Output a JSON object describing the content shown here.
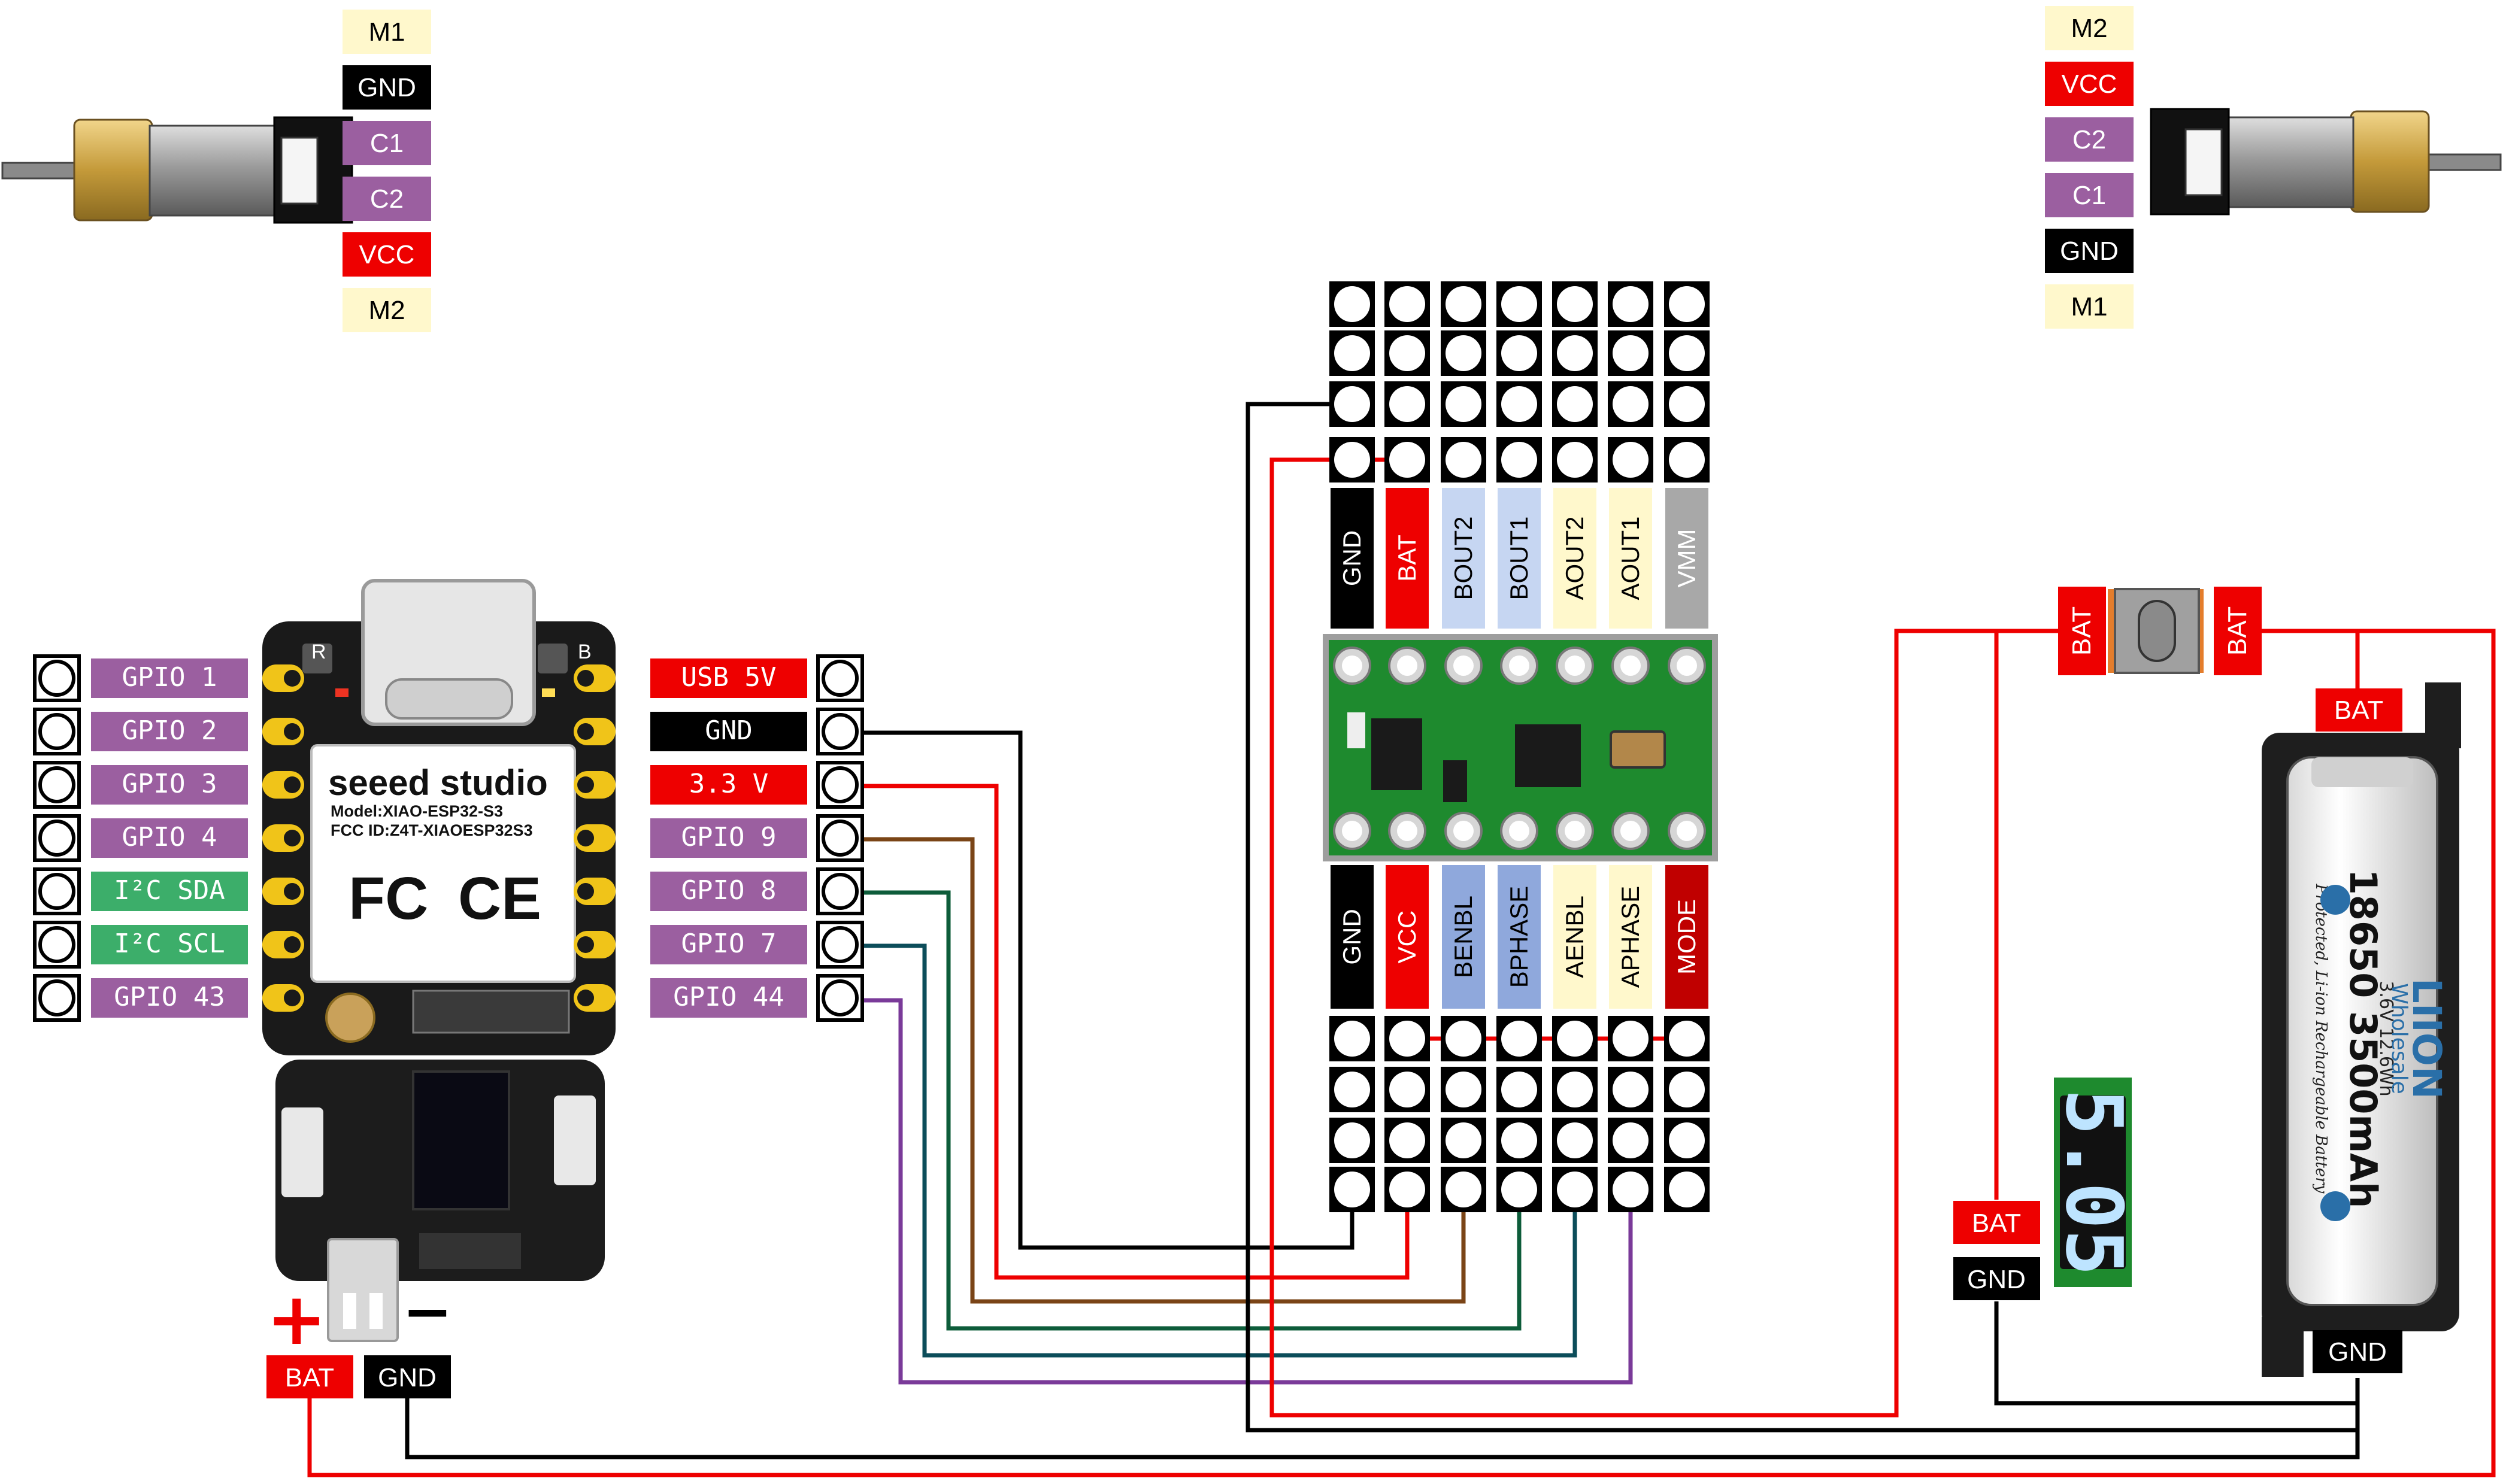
{
  "motor_left": {
    "pins": [
      {
        "label": "M1",
        "color": "#fff8cc",
        "text": "#000000"
      },
      {
        "label": "GND",
        "color": "#000000",
        "text": "#ffffff"
      },
      {
        "label": "C1",
        "color": "#9b5fa0",
        "text": "#ffffff"
      },
      {
        "label": "C2",
        "color": "#9b5fa0",
        "text": "#ffffff"
      },
      {
        "label": "VCC",
        "color": "#ee0000",
        "text": "#ffffff"
      },
      {
        "label": "M2",
        "color": "#fff8cc",
        "text": "#000000"
      }
    ]
  },
  "motor_right": {
    "pins": [
      {
        "label": "M2",
        "color": "#fff8cc",
        "text": "#000000"
      },
      {
        "label": "VCC",
        "color": "#ee0000",
        "text": "#ffffff"
      },
      {
        "label": "C2",
        "color": "#9b5fa0",
        "text": "#ffffff"
      },
      {
        "label": "C1",
        "color": "#9b5fa0",
        "text": "#ffffff"
      },
      {
        "label": "GND",
        "color": "#000000",
        "text": "#ffffff"
      },
      {
        "label": "M1",
        "color": "#fff8cc",
        "text": "#000000"
      }
    ]
  },
  "xiao": {
    "brand": "seeed studio",
    "model": "Model:XIAO-ESP32-S3",
    "fcc_id": "FCC ID:Z4T-XIAOESP32S3",
    "fc_mark": "FC",
    "ce_mark": "CE",
    "r_mark": "R",
    "b_mark": "B",
    "left_pins": [
      {
        "label": "GPIO 1",
        "color": "#9b5fa0"
      },
      {
        "label": "GPIO 2",
        "color": "#9b5fa0"
      },
      {
        "label": "GPIO 3",
        "color": "#9b5fa0"
      },
      {
        "label": "GPIO 4",
        "color": "#9b5fa0"
      },
      {
        "label": "I²C SDA",
        "color": "#3cae6a"
      },
      {
        "label": "I²C SCL",
        "color": "#3cae6a"
      },
      {
        "label": "GPIO 43",
        "color": "#9b5fa0"
      }
    ],
    "right_pins": [
      {
        "label": "USB 5V",
        "color": "#ee0000"
      },
      {
        "label": "GND",
        "color": "#000000"
      },
      {
        "label": "3.3 V",
        "color": "#ee0000"
      },
      {
        "label": "GPIO 9",
        "color": "#9b5fa0"
      },
      {
        "label": "GPIO 8",
        "color": "#9b5fa0"
      },
      {
        "label": "GPIO 7",
        "color": "#9b5fa0"
      },
      {
        "label": "GPIO 44",
        "color": "#9b5fa0"
      }
    ]
  },
  "expansion": {
    "plus": "+",
    "minus": "−",
    "bat_label": "BAT",
    "gnd_label": "GND"
  },
  "driver": {
    "top_labels": [
      {
        "label": "GND",
        "color": "#000000",
        "text": "#ffffff"
      },
      {
        "label": "BAT",
        "color": "#ee0000",
        "text": "#ffffff"
      },
      {
        "label": "BOUT2",
        "color": "#c6d6f2",
        "text": "#000000"
      },
      {
        "label": "BOUT1",
        "color": "#c6d6f2",
        "text": "#000000"
      },
      {
        "label": "AOUT2",
        "color": "#fff8cc",
        "text": "#000000"
      },
      {
        "label": "AOUT1",
        "color": "#fff8cc",
        "text": "#000000"
      },
      {
        "label": "VMM",
        "color": "#a8a8a8",
        "text": "#ffffff"
      }
    ],
    "bottom_labels": [
      {
        "label": "GND",
        "color": "#000000",
        "text": "#ffffff"
      },
      {
        "label": "VCC",
        "color": "#ee0000",
        "text": "#ffffff"
      },
      {
        "label": "BENBL",
        "color": "#8fa8dc",
        "text": "#000000"
      },
      {
        "label": "BPHASE",
        "color": "#8fa8dc",
        "text": "#000000"
      },
      {
        "label": "AENBL",
        "color": "#fff8cc",
        "text": "#000000"
      },
      {
        "label": "APHASE",
        "color": "#fff8cc",
        "text": "#000000"
      },
      {
        "label": "MODE",
        "color": "#c00000",
        "text": "#ffffff"
      }
    ]
  },
  "switch": {
    "left_label": "BAT",
    "right_label": "BAT"
  },
  "battery": {
    "bat_label": "BAT",
    "gnd_label": "GND",
    "capacity": "18650 3500mAh",
    "spec": "3.6V  12.6Wh",
    "brand": "LIION",
    "brand_sub": "Wholesale",
    "desc": "Protected, Li-ion Rechargeable Battery"
  },
  "voltmeter": {
    "reading": "5.05",
    "bat_label": "BAT",
    "gnd_label": "GND"
  },
  "colors": {
    "wire_black": "#000000",
    "wire_red": "#ee0000",
    "wire_brown": "#7a4416",
    "wire_green": "#0d5c3a",
    "wire_teal": "#0c4d5a",
    "wire_purple": "#7a3a99",
    "pcb_green": "#1e8a2e",
    "pcb_black": "#1a1a1a"
  }
}
